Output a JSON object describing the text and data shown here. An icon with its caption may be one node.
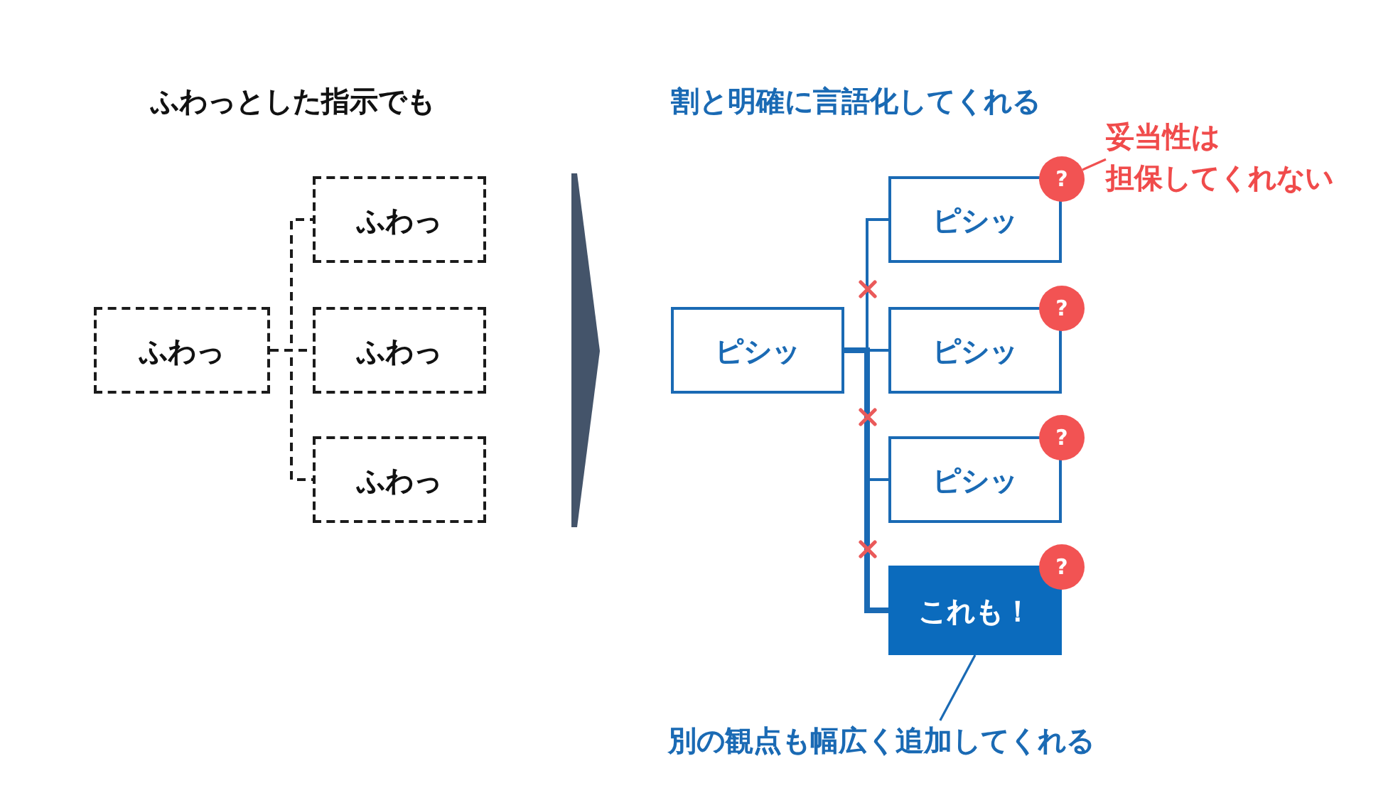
{
  "diagram": {
    "nodes": [
      {
        "text": [
          "ふわっ"
        ]
      },
      {
        "text": [
          "ふわっ"
        ]
      },
      {
        "text": [
          "ふわっ"
        ]
      },
      {
        "text": [
          "ふわっ"
        ]
      },
      {
        "text": [
          "ピシッ"
        ]
      },
      {
        "text": [
          "ピシッ"
        ]
      },
      {
        "text": [
          "ピシッ"
        ]
      },
      {
        "text": [
          "ピシッ"
        ]
      },
      {
        "text": [
          "これも！"
        ]
      },
      {
        "text": [
          "?"
        ]
      },
      {
        "text": [
          "?"
        ]
      },
      {
        "text": [
          "?"
        ]
      },
      {
        "text": [
          "?"
        ]
      },
      {
        "text": [
          "妥当性は担保してくれない"
        ]
      },
      {
        "text": [
          "別の観点も幅広く追加してくれる"
        ]
      }
    ],
    "edges": [
      {
        "from": 0,
        "to": 1,
        "arrow": "none",
        "style": "dashed",
        "color": "#1b1b1b"
      },
      {
        "from": 0,
        "to": 2,
        "arrow": "none",
        "style": "dashed",
        "color": "#1b1b1b"
      },
      {
        "from": 0,
        "to": 3,
        "arrow": "none",
        "style": "dashed",
        "color": "#1b1b1b"
      },
      {
        "from": 4,
        "to": 5,
        "arrow": "none"
      },
      {
        "from": 4,
        "to": 6,
        "arrow": "none"
      },
      {
        "from": 4,
        "to": 7,
        "arrow": "none"
      },
      {
        "from": 4,
        "to": 8,
        "arrow": "none",
        "style": "thick"
      },
      {
        "from": 13,
        "to": 9,
        "arrow": "none",
        "color": "#f05050"
      },
      {
        "from": 14,
        "to": 8,
        "arrow": "none"
      }
    ],
    "labels": [
      "ふわっとした指示でも",
      "割と明確に言語化してくれる"
    ]
  }
}
